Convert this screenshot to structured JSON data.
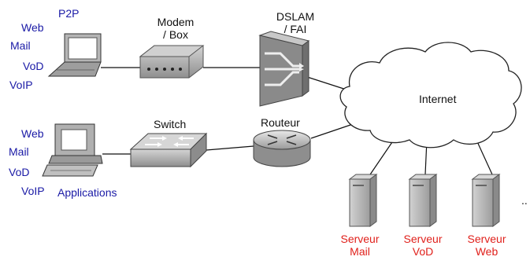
{
  "laptop_services": [
    "Web",
    "Mail",
    "VoD",
    "VoIP"
  ],
  "laptop_p2p": "P2P",
  "desktop_services": [
    "Web",
    "Mail",
    "VoD",
    "VoIP"
  ],
  "desktop_applications": "Applications",
  "modem": {
    "line1": "Modem",
    "line2": "/ Box"
  },
  "dslam": {
    "line1": "DSLAM",
    "line2": "/ FAI"
  },
  "switch": "Switch",
  "router": "Routeur",
  "internet": "Internet",
  "servers": [
    {
      "line1": "Serveur",
      "line2": "Mail"
    },
    {
      "line1": "Serveur",
      "line2": "VoD"
    },
    {
      "line1": "Serveur",
      "line2": "Web"
    }
  ],
  "ellipsis": "..",
  "colors": {
    "service_text": "#1a1aa6",
    "server_text": "#e0201b",
    "device_gray": "#a9a9a9"
  }
}
